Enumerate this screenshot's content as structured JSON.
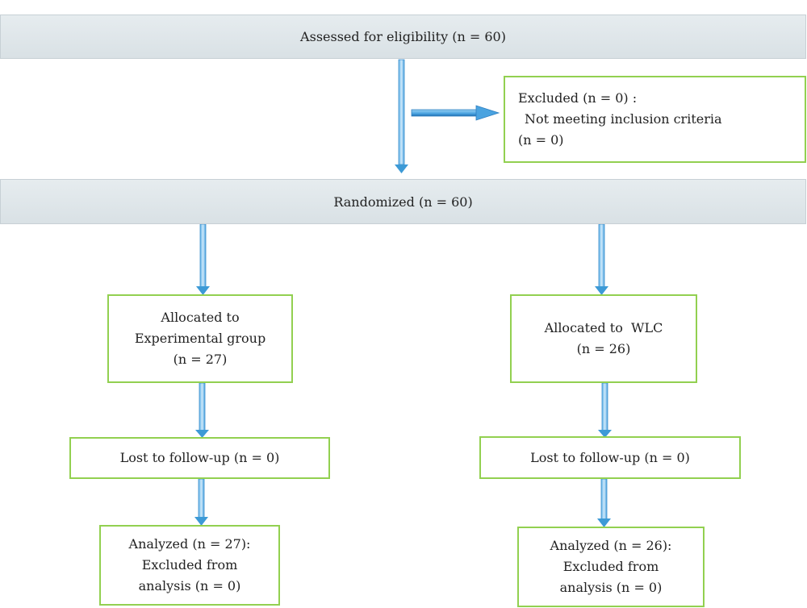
{
  "assessed": {
    "text": "Assessed for eligibility (n = 60)"
  },
  "excluded": {
    "title": "Excluded (n = 0) :",
    "reason": "Not meeting inclusion criteria",
    "count": "(n = 0)"
  },
  "randomized": {
    "text": "Randomized (n = 60)"
  },
  "experimental": {
    "allocated_line1": "Allocated to",
    "allocated_line2": "Experimental group",
    "allocated_count": "(n = 27)",
    "lost": "Lost to follow-up (n = 0)",
    "analyzed_line1": "Analyzed (n = 27):",
    "analyzed_line2": "Excluded from",
    "analyzed_line3": "analysis (n = 0)"
  },
  "wlc": {
    "allocated_line1": "Allocated to  WLC",
    "allocated_count": "(n = 26)",
    "lost": "Lost to follow-up (n = 0)",
    "analyzed_line1": "Analyzed (n = 26):",
    "analyzed_line2": "Excluded from",
    "analyzed_line3": "analysis (n = 0)"
  },
  "colors": {
    "box_border": "#92d050",
    "arrow": "#3d9ad6",
    "arrow_light": "#8ec9ee",
    "banner": "#dde4e8"
  }
}
